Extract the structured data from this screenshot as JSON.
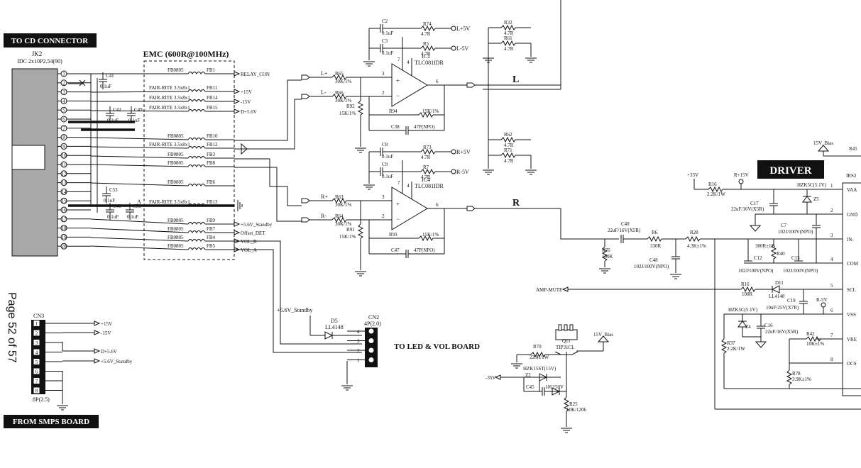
{
  "labels": {
    "to_cd_connector": "TO CD CONNECTOR",
    "from_smps_board": "FROM SMPS BOARD",
    "to_led_vol_board": "TO LED & VOL BOARD",
    "driver": "DRIVER",
    "emc": "EMC  (600R@100MHz)",
    "page_indicator": "Page 52 of 57"
  },
  "connectors": {
    "jk2": {
      "ref": "JK2",
      "part": "IDC 2x10P2.54(90)",
      "pins": [
        "1",
        "2",
        "3",
        "4",
        "5",
        "6",
        "7",
        "8",
        "9",
        "10",
        "11",
        "12",
        "13",
        "14",
        "15",
        "16",
        "17",
        "18",
        "19",
        "20"
      ]
    },
    "cn3": {
      "ref": "CN3",
      "part": "8P(2.5)",
      "pins": [
        "1",
        "2",
        "3",
        "4",
        "5",
        "6",
        "7",
        "8"
      ]
    },
    "cn2": {
      "ref": "CN2",
      "part": "4P(2.0)",
      "pins": [
        "4",
        "3",
        "2",
        "1"
      ]
    }
  },
  "emc_rows": [
    {
      "part": "FB0805",
      "ref": "FB1",
      "net": "RELAY_CON"
    },
    {
      "part": "FAIR-RITE 3.5x8x1",
      "ref": "FB11",
      "net": "+15V"
    },
    {
      "part": "FAIR-RITE 3.5x8x1",
      "ref": "FB14",
      "net": "-15V"
    },
    {
      "part": "FAIR-RITE 3.5x8x1",
      "ref": "FB15",
      "net": "D+5.6V"
    },
    {
      "part": "FB0805",
      "ref": "FB10",
      "net": ""
    },
    {
      "part": "FAIR-RITE 3.5x8x1",
      "ref": "FB12",
      "net": ""
    },
    {
      "part": "FB0805",
      "ref": "FB3",
      "net": ""
    },
    {
      "part": "FB0805",
      "ref": "FB8",
      "net": ""
    },
    {
      "part": "FB0805",
      "ref": "FB6",
      "net": ""
    },
    {
      "part": "FAIR-RITE 3.5x8x1",
      "ref": "FB13",
      "net": ""
    },
    {
      "part": "FB0805",
      "ref": "FB9",
      "net": "+5.6V_Standby"
    },
    {
      "part": "FB0805",
      "ref": "FB7",
      "net": "Offset_DET"
    },
    {
      "part": "FB0805",
      "ref": "FB4",
      "net": "VOL_B"
    },
    {
      "part": "FB0805",
      "ref": "FB5",
      "net": "VOL_A"
    }
  ],
  "caps_left": [
    {
      "ref": "C41",
      "val": "0.1uF"
    },
    {
      "ref": "C42",
      "val": "0.1uF"
    },
    {
      "ref": "C49",
      "val": "0.1uF"
    },
    {
      "ref": "C53",
      "val": "0.1uF"
    },
    {
      "ref": "C46",
      "val": "0.1uF"
    },
    {
      "ref": "C50",
      "val": "0.1uF"
    }
  ],
  "net_a": "A",
  "cn3_nets": [
    "+15V",
    "-15V",
    "D+5.6V",
    "+5.6V_Standby"
  ],
  "led_section": {
    "net": "+5.6V_Standby",
    "d5": "D5",
    "d5_part": "LL4148"
  },
  "op_l": {
    "ic": "IC1",
    "part": "TLC081IDR",
    "in_pos": "L+",
    "in_neg": "L-",
    "out": "L",
    "r_in_pos": {
      "ref": "R65",
      "val": "30K/1%"
    },
    "r_in_neg": {
      "ref": "R66",
      "val": "30K/1%"
    },
    "r_gnd": {
      "ref": "R92",
      "val": "15K/1%"
    },
    "r_fb": {
      "ref": "R94",
      "val": "15K/1%"
    },
    "c_fb": {
      "ref": "C38",
      "val": "47P(NPO)"
    },
    "c_top1": {
      "ref": "C2",
      "val": "0.1uF"
    },
    "c_top2": {
      "ref": "C3",
      "val": "0.1uF"
    },
    "r_top1": {
      "ref": "R74",
      "val": "4.7R",
      "net": "L+5V"
    },
    "r_top2": {
      "ref": "R5",
      "val": "4.7R",
      "net": "L-5V"
    },
    "pins": {
      "in_pos": "3",
      "in_neg": "2",
      "out": "6",
      "vp": "7",
      "vm": "4"
    }
  },
  "op_r": {
    "ic": "IC4",
    "part": "TLC081IDR",
    "in_pos": "R+",
    "in_neg": "R-",
    "out": "R",
    "r_in_pos": {
      "ref": "R63",
      "val": "30K/1%"
    },
    "r_in_neg": {
      "ref": "R64",
      "val": "30K/1%"
    },
    "r_gnd": {
      "ref": "R91",
      "val": "15K/1%"
    },
    "r_fb": {
      "ref": "R93",
      "val": "15K/1%"
    },
    "c_fb": {
      "ref": "C47",
      "val": "47P(NPO)"
    },
    "c_top1": {
      "ref": "C8",
      "val": "0.1uF"
    },
    "c_top2": {
      "ref": "C9",
      "val": "0.1uF"
    },
    "r_top1": {
      "ref": "R73",
      "val": "4.7R",
      "net": "R+5V"
    },
    "r_top2": {
      "ref": "R7",
      "val": "4.7R",
      "net": "R-5V"
    },
    "pins": {
      "in_pos": "3",
      "in_neg": "2",
      "out": "6",
      "vp": "7",
      "vm": "4"
    }
  },
  "top_right_res": [
    {
      "ref": "R32",
      "val": "4.7R"
    },
    {
      "ref": "R61",
      "val": "4.7R"
    },
    {
      "ref": "R62",
      "val": "4.7R"
    },
    {
      "ref": "R71",
      "val": "4.7R"
    }
  ],
  "out_chain": [
    {
      "ref": "C40",
      "val": "22uF/16V(X5R)"
    },
    {
      "ref": "R6",
      "val": "330R"
    },
    {
      "ref": "R28",
      "val": "4.3K±1%"
    },
    {
      "ref": "R76",
      "val": "100K"
    },
    {
      "ref": "C48",
      "val": "102J/100V(NPO)"
    }
  ],
  "driver_parts": {
    "v35": "+35V",
    "r15": "R+15V",
    "r16": {
      "ref": "R16",
      "val": "2.2K/1W"
    },
    "c17": {
      "ref": "C17",
      "val": "22uF/16V(X5R)"
    },
    "z5": {
      "ref": "Z5",
      "val": "HZK5C(5.1V)"
    },
    "c7": {
      "ref": "C7",
      "val": "102J/100V(NPO)"
    },
    "r40": {
      "ref": "R40",
      "val": "300R±1%"
    },
    "c12": {
      "ref": "C12",
      "val": "102J/100V(NPO)"
    },
    "c13": {
      "ref": "C13",
      "val": "102J/100V(NPO)"
    },
    "r16b": {
      "ref": "R16",
      "val": "100R"
    },
    "d11": {
      "ref": "D11",
      "val": "LL4148"
    },
    "c19": {
      "ref": "C19",
      "val": "10uF/25V(X7R)"
    },
    "rm5v": "R-5V",
    "z4": {
      "ref": "Z4",
      "val": "HZK5C(5.1V)"
    },
    "c16": {
      "ref": "C16",
      "val": "22uF/16V(X5R)"
    },
    "r37": {
      "ref": "R37",
      "val": "2.2K/1W"
    },
    "r42": {
      "ref": "R42",
      "val": "10K±1%"
    },
    "r78": {
      "ref": "R78",
      "val": "3.9K±1%"
    },
    "bias": "15V_Bias",
    "r45": "R45",
    "ic_label": "IRS2",
    "amp_mute": "AMP-MUTE"
  },
  "driver_pins": [
    {
      "num": "1",
      "name": "VAA"
    },
    {
      "num": "2",
      "name": "GND"
    },
    {
      "num": "3",
      "name": "IN-"
    },
    {
      "num": "4",
      "name": "COM"
    },
    {
      "num": "5",
      "name": "SCL"
    },
    {
      "num": "6",
      "name": "VSS"
    },
    {
      "num": "7",
      "name": "VRE"
    },
    {
      "num": "8",
      "name": "OCS"
    }
  ],
  "bias_section": {
    "q": {
      "ref": "Q11",
      "val": "TIP31CL"
    },
    "bias": "15V_Bias",
    "r70": {
      "ref": "R70",
      "val": "220R/1W"
    },
    "z2": {
      "ref": "Z2",
      "val": "HZK15ST(15V)"
    },
    "c45": {
      "ref": "C45",
      "val": "10U/50V"
    },
    "r25": {
      "ref": "R25",
      "val": "10K/1206"
    },
    "v35": "-35V"
  }
}
